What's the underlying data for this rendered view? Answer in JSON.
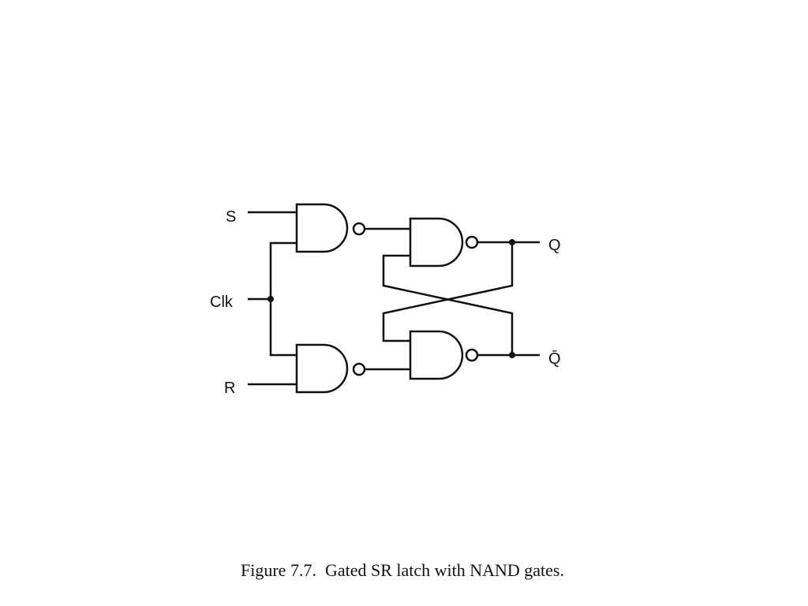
{
  "diagram": {
    "inputs": {
      "s": "S",
      "clk": "Clk",
      "r": "R"
    },
    "outputs": {
      "q": "Q",
      "q_bar": "Q̄"
    },
    "caption": "Figure 7.7.  Gated SR latch with NAND gates.",
    "gates": [
      "NAND",
      "NAND",
      "NAND",
      "NAND"
    ],
    "colors": {
      "line": "#111111",
      "background": "#ffffff"
    }
  }
}
